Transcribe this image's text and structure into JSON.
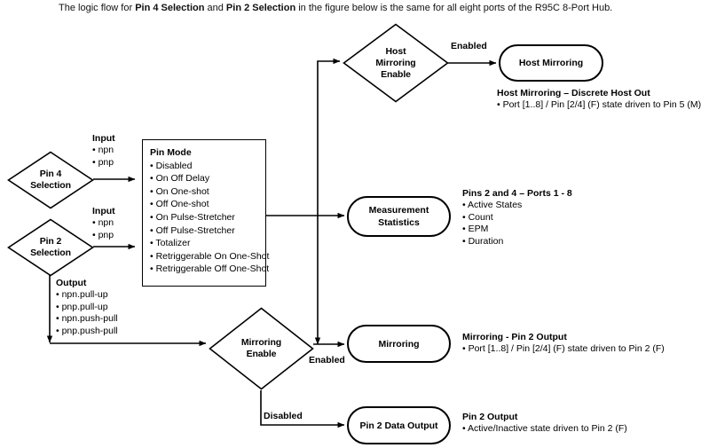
{
  "caption": {
    "prefix": "The logic flow for ",
    "bold1": "Pin 4 Selection",
    "mid": " and ",
    "bold2": "Pin 2 Selection",
    "suffix": " in the figure below is the same for all eight ports of the R95C 8-Port Hub."
  },
  "nodes": {
    "pin4_selection": {
      "line1": "Pin 4",
      "line2": "Selection"
    },
    "pin2_selection": {
      "line1": "Pin 2",
      "line2": "Selection"
    },
    "host_mirroring_enable": {
      "line1": "Host",
      "line2": "Mirroring",
      "line3": "Enable"
    },
    "mirroring_enable": {
      "line1": "Mirroring",
      "line2": "Enable"
    },
    "host_mirroring": {
      "label": "Host Mirroring"
    },
    "measurement_statistics": {
      "line1": "Measurement",
      "line2": "Statistics"
    },
    "mirroring": {
      "label": "Mirroring"
    },
    "pin2_data_output": {
      "label": "Pin 2 Data Output"
    }
  },
  "pin_mode": {
    "title": "Pin Mode",
    "items": [
      "• Disabled",
      "• On Off Delay",
      "• On One-shot",
      "• Off One-shot",
      "• On Pulse-Stretcher",
      "• Off Pulse-Stretcher",
      "• Totalizer",
      "• Retriggerable On One-Shot",
      "• Retriggerable Off One-Shot"
    ]
  },
  "annotations": {
    "input_pin4": {
      "title": "Input",
      "items": [
        "• npn",
        "• pnp"
      ]
    },
    "input_pin2": {
      "title": "Input",
      "items": [
        "• npn",
        "• pnp"
      ]
    },
    "output_pin2": {
      "title": "Output",
      "items": [
        "• npn.pull-up",
        "• pnp.pull-up",
        "• npn.push-pull",
        "• pnp.push-pull"
      ]
    },
    "host_mirroring_out": {
      "title": "Host Mirroring – Discrete Host Out",
      "items": [
        "• Port [1..8] / Pin [2/4] (F) state driven to Pin 5 (M)"
      ]
    },
    "pins_2_and_4": {
      "title": "Pins 2 and 4 – Ports 1 - 8",
      "items": [
        "• Active States",
        "• Count",
        "• EPM",
        "• Duration"
      ]
    },
    "mirroring_pin2_output": {
      "title": "Mirroring - Pin 2 Output",
      "items": [
        "• Port [1..8] / Pin [2/4] (F) state driven to Pin 2 (F)"
      ]
    },
    "pin2_output": {
      "title": "Pin 2 Output",
      "items": [
        "• Active/Inactive state driven to Pin 2 (F)"
      ]
    }
  },
  "edge_labels": {
    "host_enabled": "Enabled",
    "mirroring_enabled": "Enabled",
    "mirroring_disabled": "Disabled"
  },
  "colors": {
    "stroke": "#000000",
    "background": "#ffffff",
    "text": "#000000"
  }
}
